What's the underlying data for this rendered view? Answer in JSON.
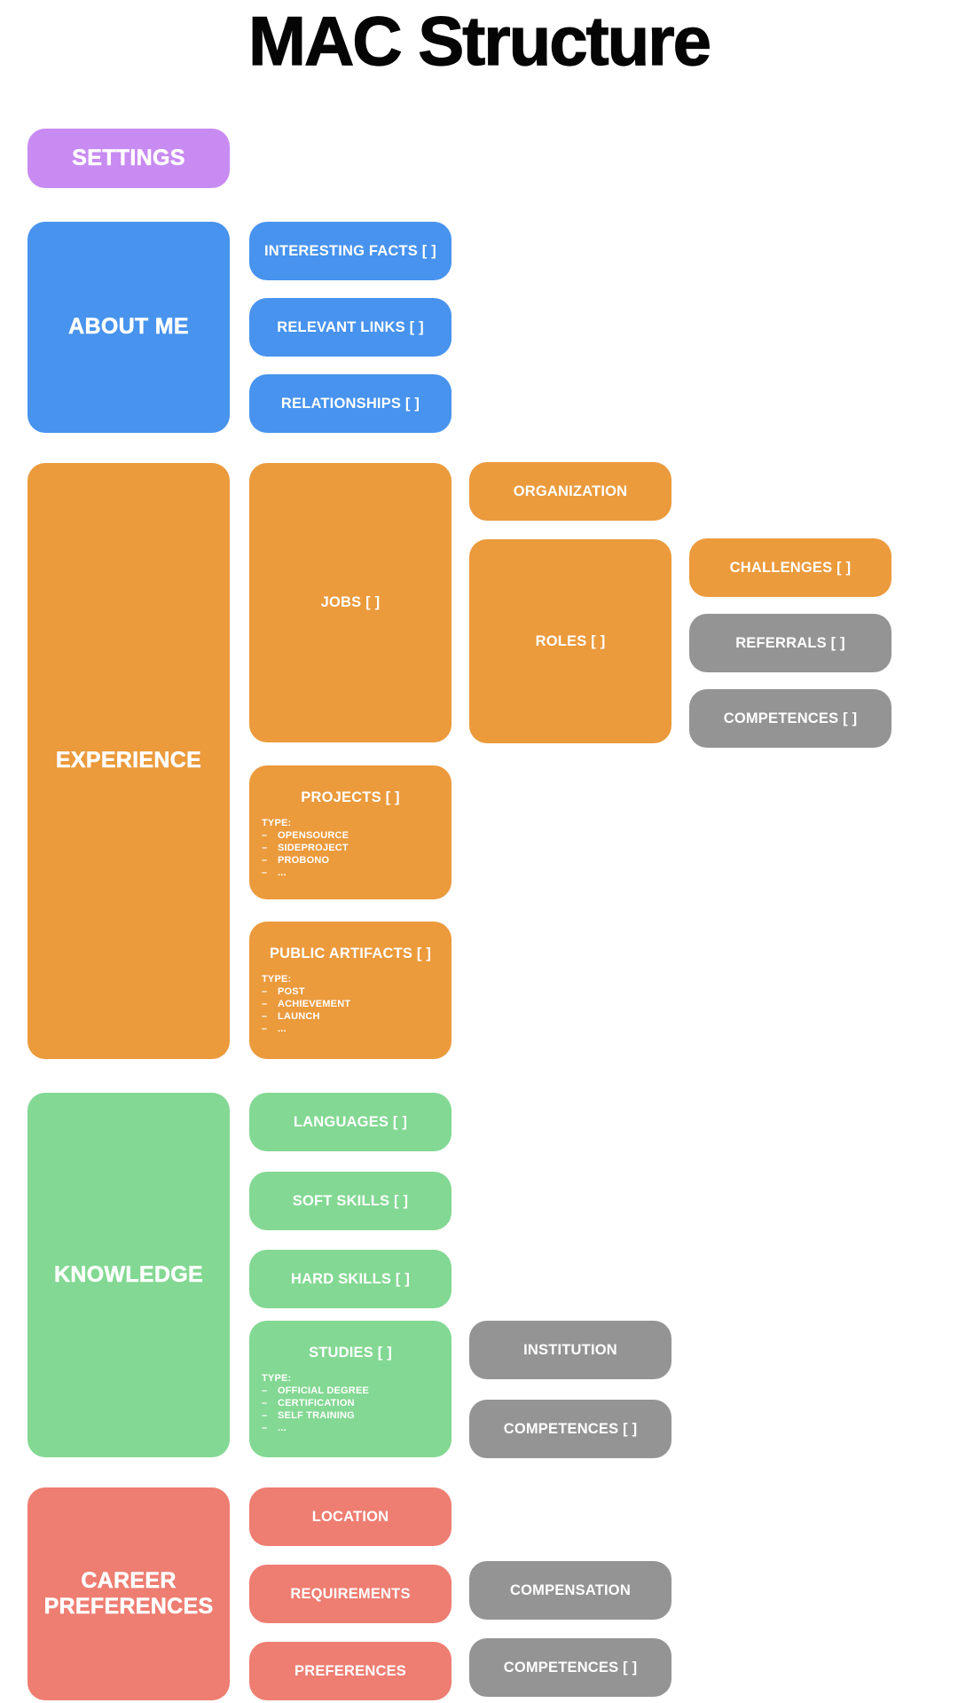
{
  "title": "MAC Structure",
  "bullet": "–",
  "type_label": "TYPE:",
  "colors": {
    "purple": "#c88bf2",
    "blue": "#4793ee",
    "orange": "#eb9a3c",
    "green": "#83d893",
    "salmon": "#ee7d72",
    "gray": "#949494",
    "title_text": "#050505",
    "block_text": "#ffffff"
  },
  "settings": {
    "label": "SETTINGS"
  },
  "about_me": {
    "label": "ABOUT ME",
    "children": [
      "INTERESTING FACTS [ ]",
      "RELEVANT LINKS [ ]",
      "RELATIONSHIPS [ ]"
    ]
  },
  "experience": {
    "label": "EXPERIENCE",
    "jobs": {
      "label": "JOBS [ ]"
    },
    "organization": {
      "label": "ORGANIZATION"
    },
    "roles": {
      "label": "ROLES [ ]",
      "children": [
        "CHALLENGES [ ]",
        "REFERRALS [ ]",
        "COMPETENCES [ ]"
      ]
    },
    "projects": {
      "label": "PROJECTS [ ]",
      "types": [
        "OPENSOURCE",
        "SIDEPROJECT",
        "PROBONO",
        "..."
      ]
    },
    "public_artifacts": {
      "label": "PUBLIC ARTIFACTS [ ]",
      "types": [
        "POST",
        "ACHIEVEMENT",
        "LAUNCH",
        "..."
      ]
    }
  },
  "knowledge": {
    "label": "KNOWLEDGE",
    "children": [
      "LANGUAGES [ ]",
      "SOFT SKILLS [ ]",
      "HARD SKILLS [ ]"
    ],
    "studies": {
      "label": "STUDIES [ ]",
      "types": [
        "OFFICIAL DEGREE",
        "CERTIFICATION",
        "SELF TRAINING",
        "..."
      ],
      "children": [
        "INSTITUTION",
        "COMPETENCES [ ]"
      ]
    }
  },
  "career_preferences": {
    "label": "CAREER PREFERENCES",
    "children": [
      "LOCATION",
      "REQUIREMENTS",
      "PREFERENCES"
    ],
    "requirements_children": [
      "COMPENSATION",
      "COMPETENCES [ ]"
    ]
  }
}
